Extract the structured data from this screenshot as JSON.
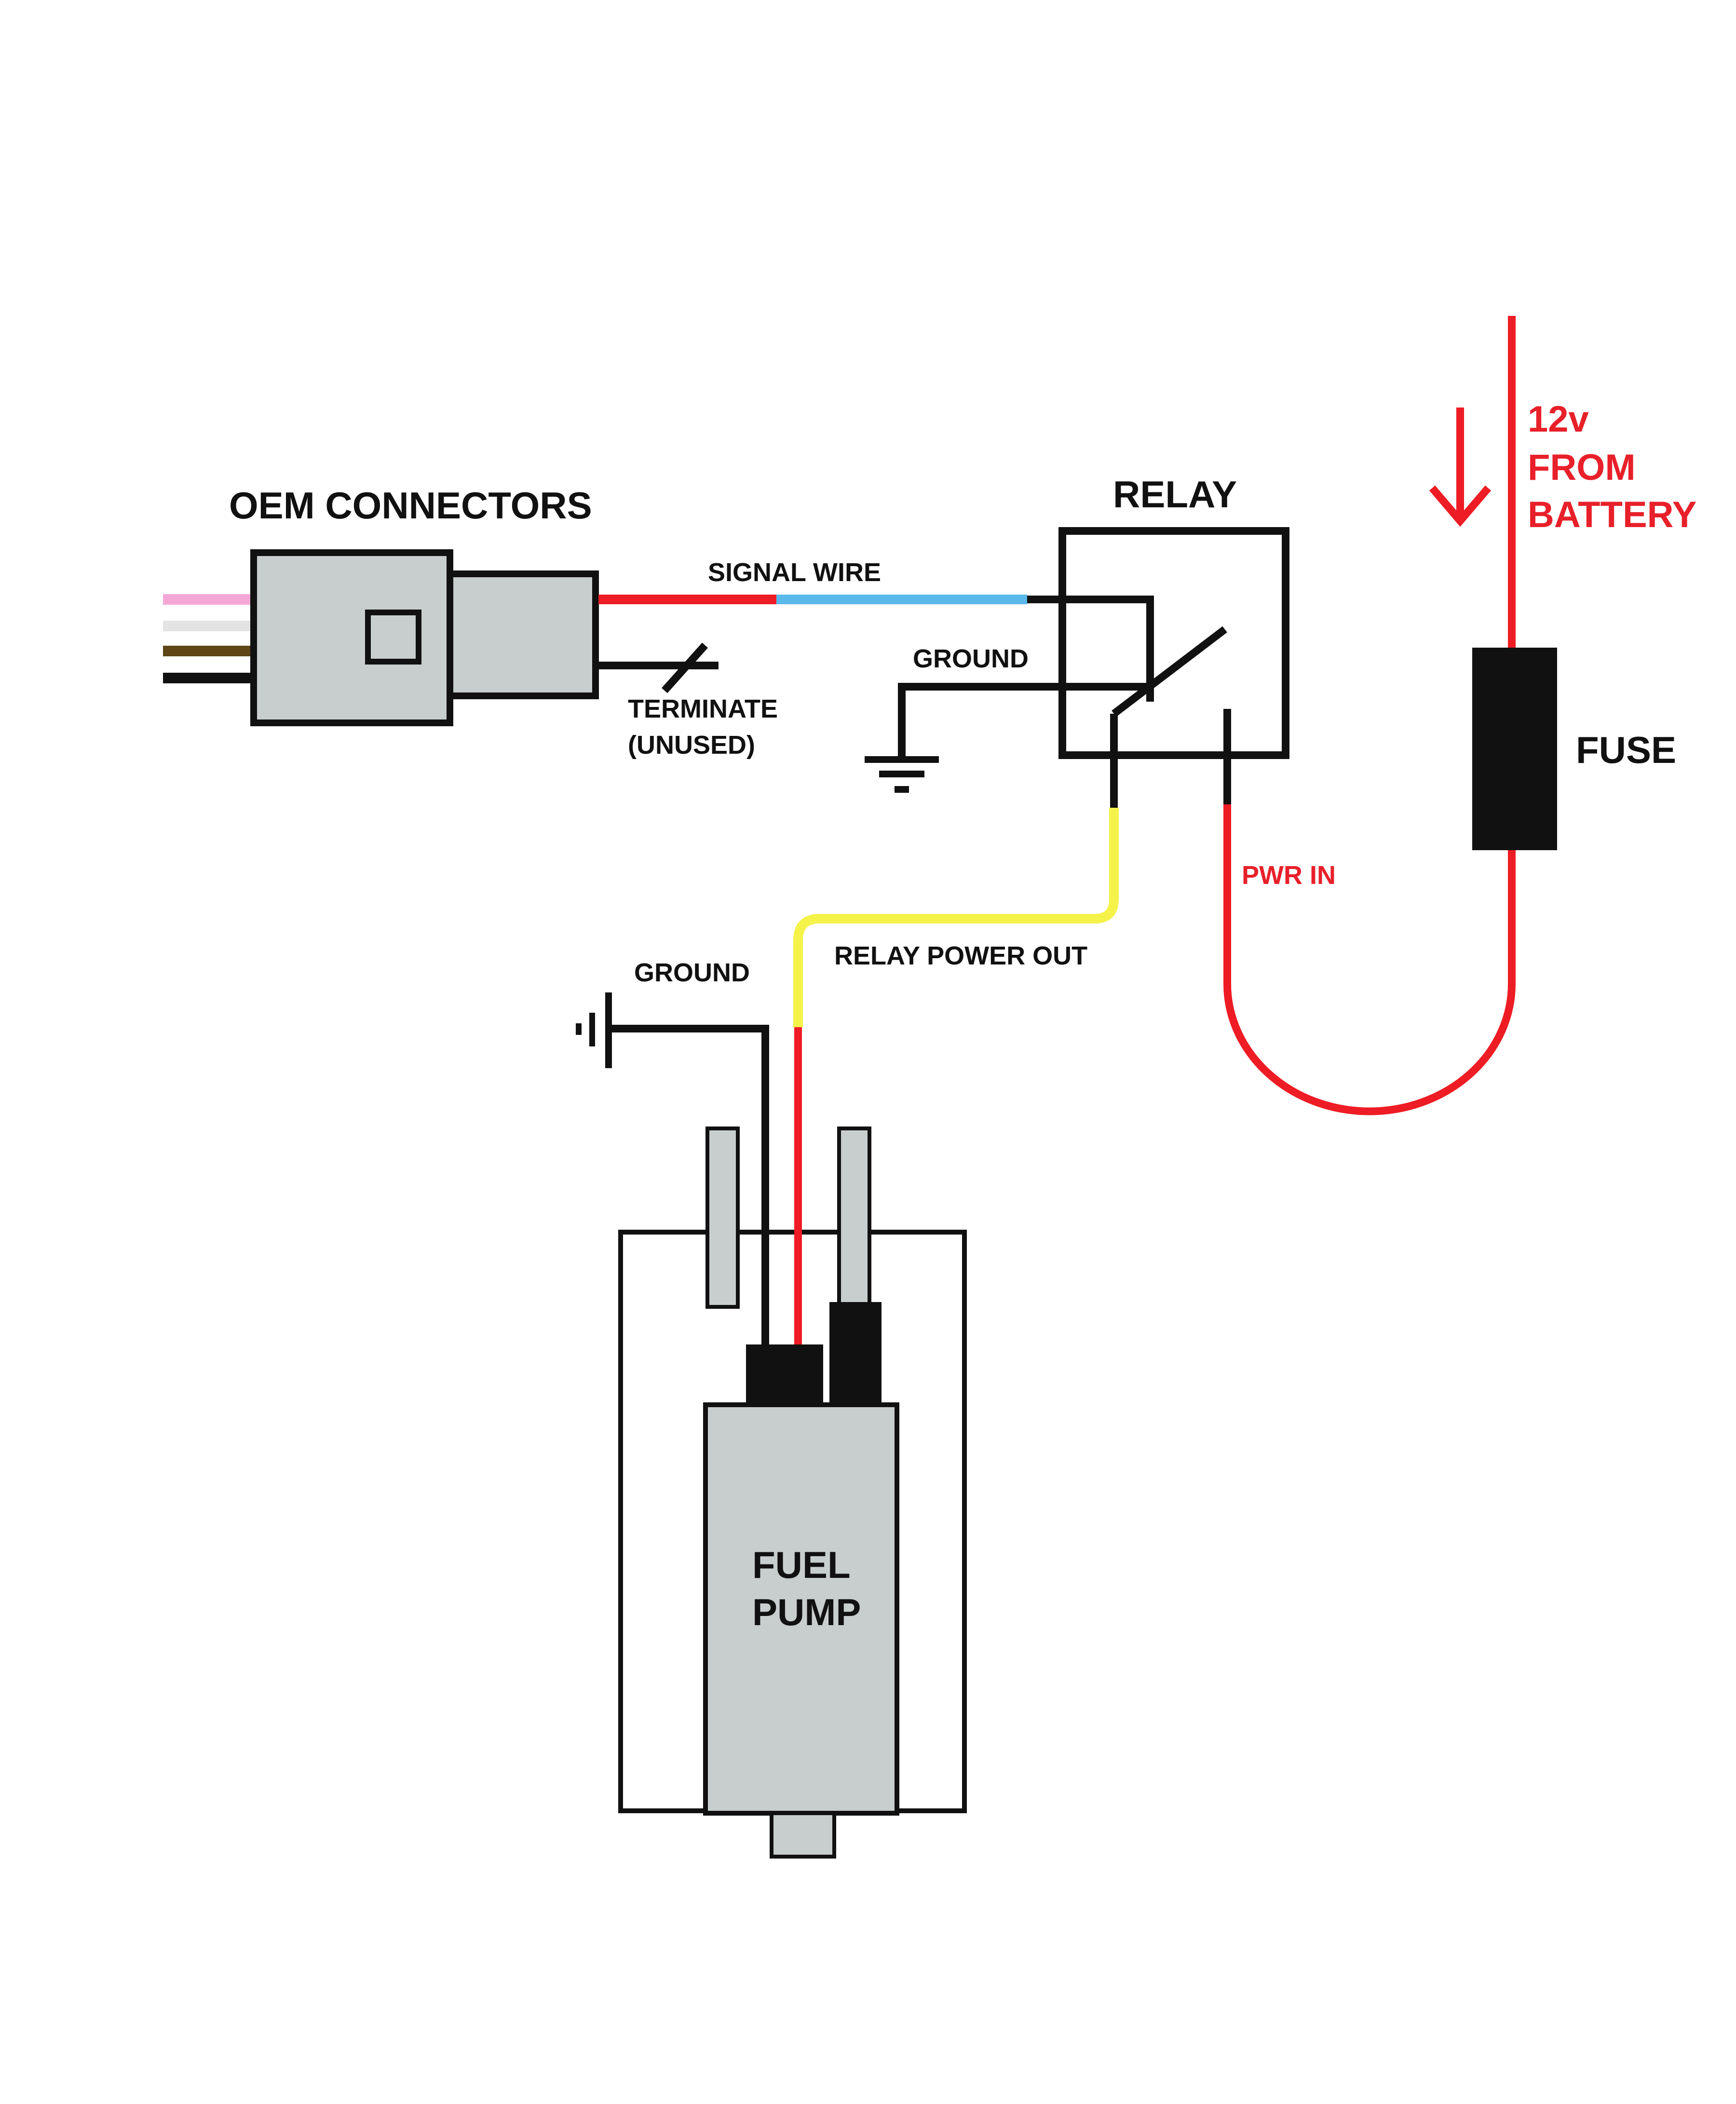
{
  "labels": {
    "oem_connectors": "OEM CONNECTORS",
    "signal_wire": "SIGNAL WIRE",
    "terminate": "TERMINATE",
    "unused": "(UNUSED)",
    "relay": "RELAY",
    "ground_relay": "GROUND",
    "twelve_v": "12v",
    "from": "FROM",
    "battery": "BATTERY",
    "fuse": "FUSE",
    "pwr_in": "PWR IN",
    "relay_power_out": "RELAY POWER OUT",
    "ground_pump": "GROUND",
    "fuel": "FUEL",
    "pump": "PUMP"
  },
  "colors": {
    "signal_red": "#ee1c24",
    "signal_blue": "#5ab9ea",
    "power_yellow": "#f5f24a",
    "wire_black": "#111111",
    "wire_pink": "#f4a7d6",
    "wire_white": "#e3e3e3",
    "wire_brown": "#5e4616",
    "component_gray": "#c8cdcd",
    "red_label": "#e8202a"
  }
}
